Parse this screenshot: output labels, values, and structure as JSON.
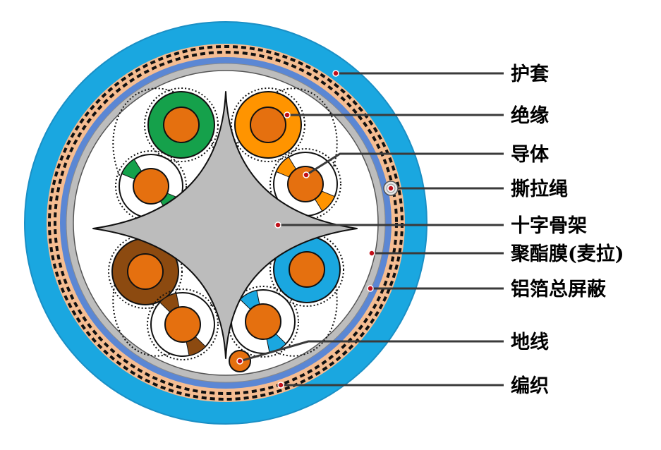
{
  "colors": {
    "jacket": "#1aa7e0",
    "braid": "#f5bd92",
    "foil": "#5b87d4",
    "mylar": "#bdbdbd",
    "core": "#ffffff",
    "conductor": "#e5700f",
    "spline": "#bcbcbc",
    "pairs": [
      "#15a14b",
      "#ff9400",
      "#8c4a10",
      "#1aa7e0"
    ]
  },
  "labels": [
    {
      "id": "jacket",
      "text": "护套"
    },
    {
      "id": "insulation",
      "text": "绝缘"
    },
    {
      "id": "conductor",
      "text": "导体"
    },
    {
      "id": "ripcord",
      "text": "撕拉绳"
    },
    {
      "id": "cross-spline",
      "text": "十字骨架"
    },
    {
      "id": "polyester-film",
      "text": "聚酯膜(麦拉)"
    },
    {
      "id": "foil-shield",
      "text": "铝箔总屏蔽"
    },
    {
      "id": "drain-wire",
      "text": "地线"
    },
    {
      "id": "braid",
      "text": "编织"
    }
  ]
}
